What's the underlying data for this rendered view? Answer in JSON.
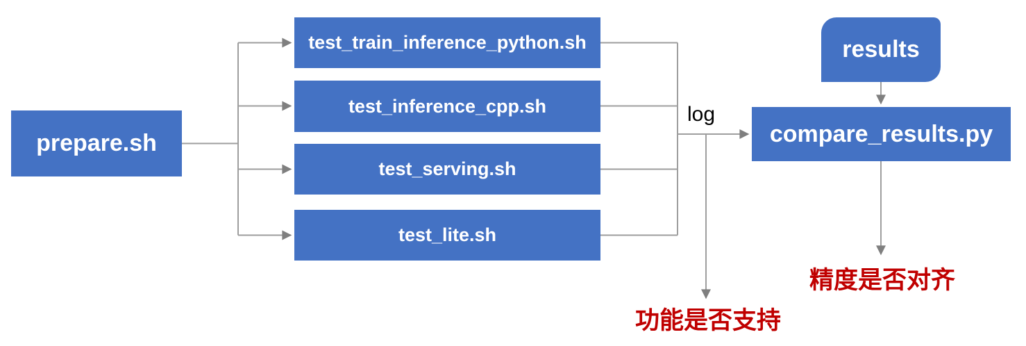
{
  "nodes": {
    "prepare": {
      "label": "prepare.sh"
    },
    "tests": [
      {
        "label": "test_train_inference_python.sh"
      },
      {
        "label": "test_inference_cpp.sh"
      },
      {
        "label": "test_serving.sh"
      },
      {
        "label": "test_lite.sh"
      }
    ],
    "results": {
      "label": "results"
    },
    "compare": {
      "label": "compare_results.py"
    }
  },
  "labels": {
    "log": "log",
    "function_support": "功能是否支持",
    "precision_align": "精度是否对齐"
  },
  "colors": {
    "node_fill": "#4472C4",
    "node_text": "#FFFFFF",
    "connector": "#9E9E9E",
    "arrowhead": "#7F7F7F",
    "outcome_text": "#C00000",
    "edge_label_text": "#000000",
    "background": "#FFFFFF"
  }
}
